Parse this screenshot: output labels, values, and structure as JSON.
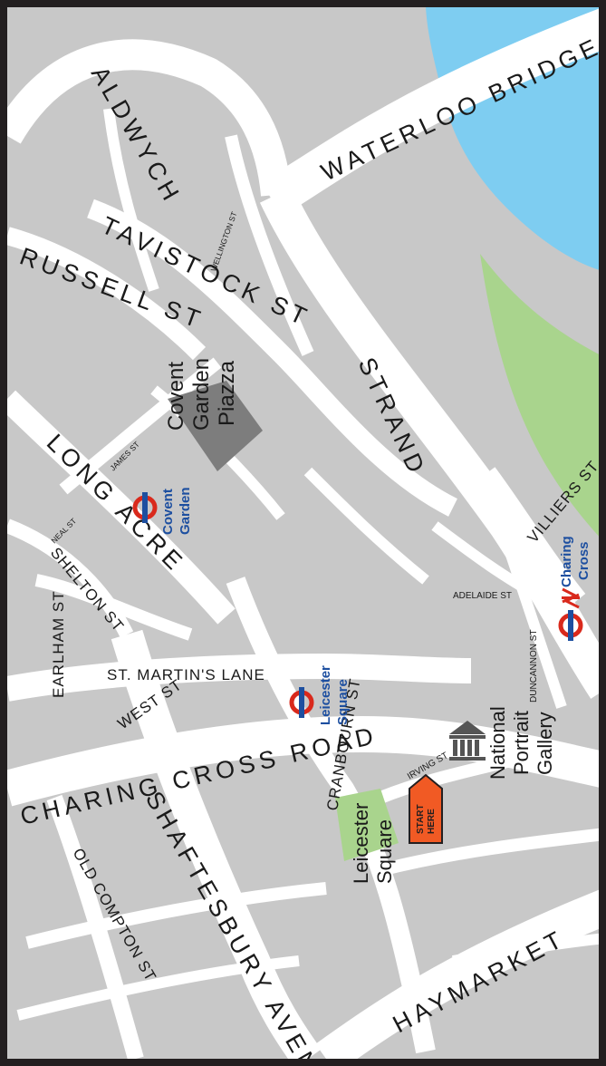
{
  "map": {
    "colors": {
      "land": "#c8c8c8",
      "road": "#ffffff",
      "water": "#7ecdf1",
      "park": "#a9d48d",
      "plaza": "#7d7d7d",
      "underground_red": "#d9291c",
      "underground_blue": "#1d4fa0",
      "start_marker": "#f15a24",
      "frame": "#231f20"
    },
    "streets": {
      "waterloo_bridge": "WATERLOO BRIDGE",
      "aldwych": "ALDWYCH",
      "tavistock_st": "TAVISTOCK ST",
      "russell_st": "RUSSELL ST",
      "wellington_st": "WELLINGTON ST",
      "strand": "STRAND",
      "long_acre": "LONG ACRE",
      "james_st": "JAMES ST",
      "neal_st": "NEAL ST",
      "earlham_st": "EARLHAM ST",
      "shelton_st": "SHELTON ST",
      "villiers_st": "VILLIERS ST",
      "adelaide_st": "ADELAIDE ST",
      "duncannon_st": "DUNCANNON ST",
      "st_martins_lane": "ST. MARTIN'S LANE",
      "west_st": "WEST ST",
      "charing_cross_road": "CHARING CROSS ROAD",
      "cranbourn_st": "CRANBOURN ST",
      "irving_st": "IRVING ST",
      "shaftesbury_avenue": "SHAFTESBURY AVENUE",
      "old_compton_st": "OLD COMPTON ST",
      "haymarket": "HAYMARKET"
    },
    "places": {
      "covent_garden_piazza": [
        "Covent",
        "Garden",
        "Piazza"
      ],
      "national_portrait_gallery": [
        "National",
        "Portrait",
        "Gallery"
      ],
      "leicester_square": [
        "Leicester",
        "Square"
      ]
    },
    "stations": {
      "covent_garden": [
        "Covent",
        "Garden"
      ],
      "leicester_square": [
        "Leicester",
        "Square"
      ],
      "charing_cross": [
        "Charing",
        "Cross"
      ]
    },
    "start_marker": [
      "START",
      "HERE"
    ],
    "icons": {
      "underground": "underground-roundel-icon",
      "national_rail": "national-rail-icon",
      "museum": "museum-icon",
      "start": "start-marker-icon"
    }
  }
}
